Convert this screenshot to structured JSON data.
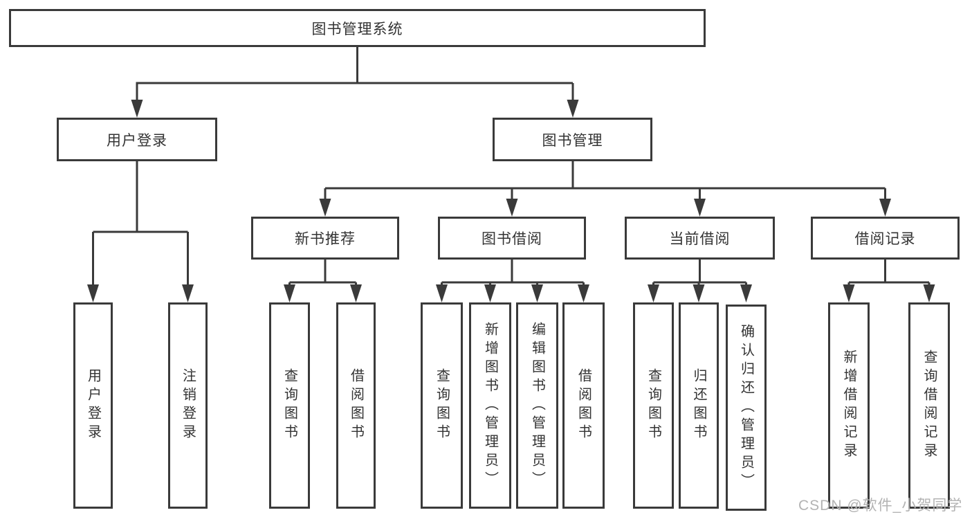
{
  "diagram": {
    "kind": "hierarchy-tree",
    "colors": {
      "line": "#3a3a3a",
      "box_border": "#3a3a3a",
      "box_fill": "#ffffff",
      "text": "#333333",
      "watermark": "#b3b3b3",
      "background": "#ffffff"
    },
    "tree": {
      "label": "图书管理系统",
      "children": [
        {
          "label": "用户登录",
          "children": [
            {
              "label": "用户登录"
            },
            {
              "label": "注销登录"
            }
          ]
        },
        {
          "label": "图书管理",
          "children": [
            {
              "label": "新书推荐",
              "children": [
                {
                  "label": "查询图书"
                },
                {
                  "label": "借阅图书"
                }
              ]
            },
            {
              "label": "图书借阅",
              "children": [
                {
                  "label": "查询图书"
                },
                {
                  "label": "新增图书（管理员）"
                },
                {
                  "label": "编辑图书（管理员）"
                },
                {
                  "label": "借阅图书"
                }
              ]
            },
            {
              "label": "当前借阅",
              "children": [
                {
                  "label": "查询图书"
                },
                {
                  "label": "归还图书"
                },
                {
                  "label": "确认归还（管理员）"
                }
              ]
            },
            {
              "label": "借阅记录",
              "children": [
                {
                  "label": "新增借阅记录"
                },
                {
                  "label": "查询借阅记录"
                }
              ]
            }
          ]
        }
      ]
    },
    "watermark": "CSDN @软件_小贺同学"
  }
}
